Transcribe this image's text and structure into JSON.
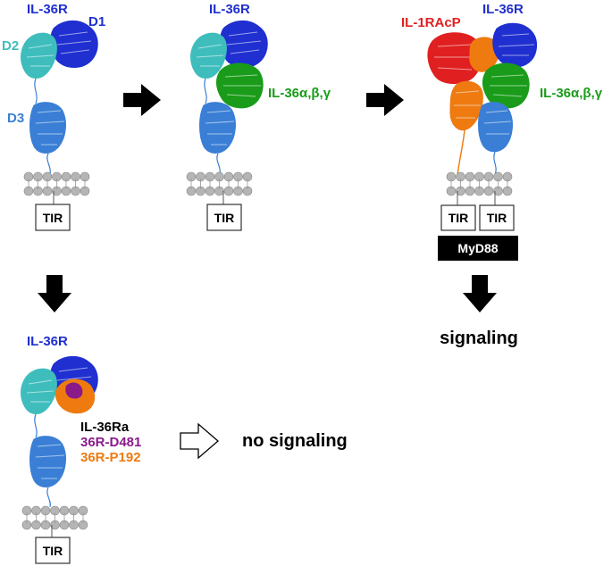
{
  "colors": {
    "il36r": "#1f2fd0",
    "d2": "#3fbdbd",
    "d3": "#3a7fd5",
    "agonist": "#1a9c1a",
    "il1racp": "#e02020",
    "d481": "#8a1a8a",
    "p192": "#ee7a10",
    "myd88": "#000000",
    "membrane": "#b5b5b5",
    "arrow": "#000000"
  },
  "panels": {
    "receptor_alone": {
      "title": "IL-36R",
      "domain_labels": {
        "d1": "D1",
        "d2": "D2",
        "d3": "D3"
      },
      "tir": "TIR"
    },
    "receptor_agonist": {
      "title": "IL-36R",
      "ligand": "IL-36α,β,γ",
      "tir": "TIR"
    },
    "ternary_complex": {
      "coreceptor": "IL-1RAcP",
      "title": "IL-36R",
      "ligand": "IL-36α,β,γ",
      "tir_left": "TIR",
      "tir_right": "TIR",
      "adaptor": "MyD88",
      "outcome": "signaling"
    },
    "antagonist_bound": {
      "title": "IL-36R",
      "binders": [
        "IL-36Ra",
        "36R-D481",
        "36R-P192"
      ],
      "tir": "TIR",
      "outcome": "no signaling"
    }
  }
}
